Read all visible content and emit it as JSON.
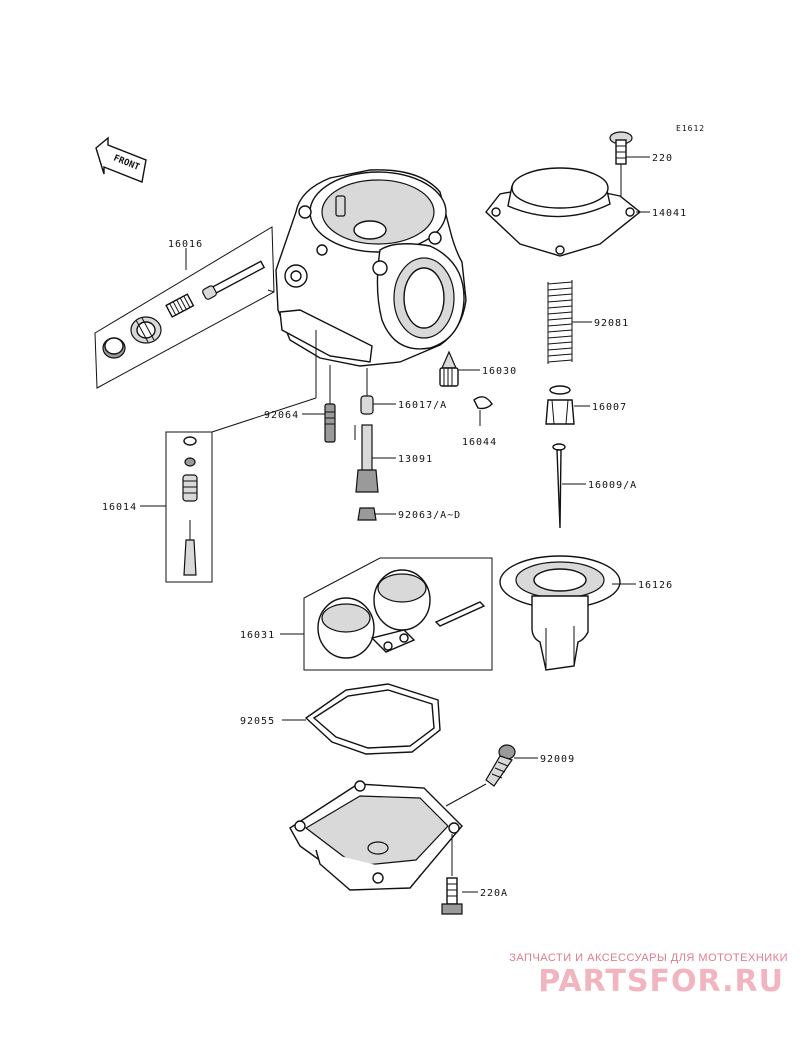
{
  "diagram": {
    "code": "E1612",
    "front_label": "FRONT",
    "callouts": [
      {
        "id": "220",
        "label": "220"
      },
      {
        "id": "14041",
        "label": "14041"
      },
      {
        "id": "16016",
        "label": "16016"
      },
      {
        "id": "92081",
        "label": "92081"
      },
      {
        "id": "16030",
        "label": "16030"
      },
      {
        "id": "92064",
        "label": "92064"
      },
      {
        "id": "16017A",
        "label": "16017/A"
      },
      {
        "id": "16007",
        "label": "16007"
      },
      {
        "id": "16044",
        "label": "16044"
      },
      {
        "id": "13091",
        "label": "13091"
      },
      {
        "id": "16009A",
        "label": "16009/A"
      },
      {
        "id": "16014",
        "label": "16014"
      },
      {
        "id": "92063",
        "label": "92063/A~D"
      },
      {
        "id": "16126",
        "label": "16126"
      },
      {
        "id": "16031",
        "label": "16031"
      },
      {
        "id": "92055",
        "label": "92055"
      },
      {
        "id": "92009",
        "label": "92009"
      },
      {
        "id": "220A",
        "label": "220A"
      }
    ]
  },
  "watermark": {
    "tagline": "ЗАПЧАСТИ И АКСЕССУАРЫ ДЛЯ МОТОТЕХНИКИ",
    "logo": "PARTSFOR.RU"
  },
  "colors": {
    "line": "#111111",
    "watermark": "#e27b8b",
    "watermark_logo": "#f2b4be"
  }
}
